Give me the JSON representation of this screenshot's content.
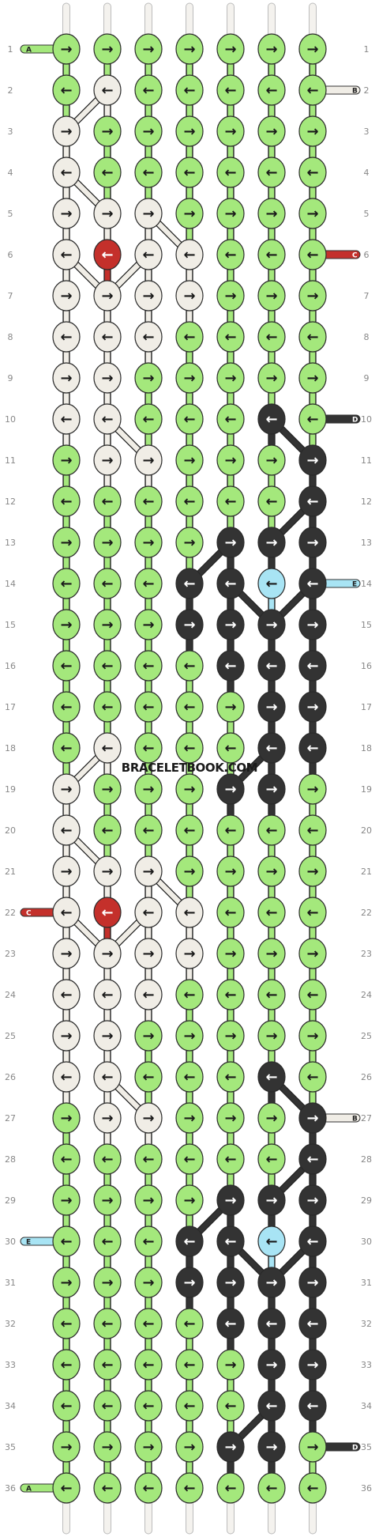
{
  "watermark": "BRACELETBOOK.COM",
  "colors": {
    "A": "#a4e87c",
    "B": "#f0ede6",
    "C": "#c4302b",
    "D": "#333333",
    "E": "#a8e4f4"
  },
  "dark_threads": [
    "C",
    "D"
  ],
  "thread_ends": {
    "left": [
      {
        "row": 1,
        "letter": "A"
      },
      {
        "row": 22,
        "letter": "C"
      },
      {
        "row": 30,
        "letter": "E"
      },
      {
        "row": 36,
        "letter": "A"
      }
    ],
    "right": [
      {
        "row": 2,
        "letter": "B"
      },
      {
        "row": 6,
        "letter": "C"
      },
      {
        "row": 10,
        "letter": "D"
      },
      {
        "row": 14,
        "letter": "E"
      },
      {
        "row": 27,
        "letter": "B"
      },
      {
        "row": 35,
        "letter": "D"
      }
    ]
  },
  "rows": [
    {
      "n": 1,
      "k": [
        "A→",
        "A→",
        "A→",
        "A→",
        "A→",
        "A→",
        "A→"
      ]
    },
    {
      "n": 2,
      "k": [
        "A←",
        "B←",
        "A←",
        "A←",
        "A←",
        "A←",
        "A←"
      ]
    },
    {
      "n": 3,
      "k": [
        "B→",
        "A→",
        "A→",
        "A→",
        "A→",
        "A→",
        "A→"
      ]
    },
    {
      "n": 4,
      "k": [
        "B←",
        "A←",
        "A←",
        "A←",
        "A←",
        "A←",
        "A←"
      ]
    },
    {
      "n": 5,
      "k": [
        "B→",
        "B→",
        "B→",
        "A→",
        "A→",
        "A→",
        "A→"
      ]
    },
    {
      "n": 6,
      "k": [
        "B←",
        "C←",
        "B←",
        "B←",
        "A←",
        "A←",
        "A←"
      ]
    },
    {
      "n": 7,
      "k": [
        "B→",
        "B→",
        "B→",
        "B→",
        "A→",
        "A→",
        "A→"
      ]
    },
    {
      "n": 8,
      "k": [
        "B←",
        "B←",
        "B←",
        "A←",
        "A←",
        "A←",
        "A←"
      ]
    },
    {
      "n": 9,
      "k": [
        "B→",
        "B→",
        "A→",
        "A→",
        "A→",
        "A→",
        "A→"
      ]
    },
    {
      "n": 10,
      "k": [
        "B←",
        "B←",
        "A←",
        "A←",
        "A←",
        "D←",
        "A←"
      ]
    },
    {
      "n": 11,
      "k": [
        "A→",
        "B→",
        "B→",
        "A→",
        "A→",
        "A→",
        "D→"
      ]
    },
    {
      "n": 12,
      "k": [
        "A←",
        "A←",
        "A←",
        "A←",
        "A←",
        "A←",
        "D←"
      ]
    },
    {
      "n": 13,
      "k": [
        "A→",
        "A→",
        "A→",
        "A→",
        "D→",
        "D→",
        "D→"
      ]
    },
    {
      "n": 14,
      "k": [
        "A←",
        "A←",
        "A←",
        "D←",
        "D←",
        "E←",
        "D←"
      ]
    },
    {
      "n": 15,
      "k": [
        "A→",
        "A→",
        "A→",
        "D→",
        "D→",
        "D→",
        "D→"
      ]
    },
    {
      "n": 16,
      "k": [
        "A←",
        "A←",
        "A←",
        "A←",
        "D←",
        "D←",
        "D←"
      ]
    },
    {
      "n": 17,
      "k": [
        "A←",
        "A←",
        "A←",
        "A←",
        "A→",
        "D→",
        "D→"
      ]
    },
    {
      "n": 18,
      "k": [
        "A←",
        "B←",
        "A←",
        "A←",
        "A←",
        "D←",
        "D←"
      ]
    },
    {
      "n": 19,
      "k": [
        "B→",
        "A→",
        "A→",
        "A→",
        "D→",
        "D→",
        "A→"
      ]
    },
    {
      "n": 20,
      "k": [
        "B←",
        "A←",
        "A←",
        "A←",
        "A←",
        "A←",
        "A←"
      ]
    },
    {
      "n": 21,
      "k": [
        "B→",
        "B→",
        "B→",
        "A→",
        "A→",
        "A→",
        "A→"
      ]
    },
    {
      "n": 22,
      "k": [
        "B←",
        "C←",
        "B←",
        "B←",
        "A←",
        "A←",
        "A←"
      ]
    },
    {
      "n": 23,
      "k": [
        "B→",
        "B→",
        "B→",
        "B→",
        "A→",
        "A→",
        "A→"
      ]
    },
    {
      "n": 24,
      "k": [
        "B←",
        "B←",
        "B←",
        "A←",
        "A←",
        "A←",
        "A←"
      ]
    },
    {
      "n": 25,
      "k": [
        "B→",
        "B→",
        "A→",
        "A→",
        "A→",
        "A→",
        "A→"
      ]
    },
    {
      "n": 26,
      "k": [
        "B←",
        "B←",
        "A←",
        "A←",
        "A←",
        "D←",
        "A←"
      ]
    },
    {
      "n": 27,
      "k": [
        "A→",
        "B→",
        "B→",
        "A→",
        "A→",
        "A→",
        "D→"
      ]
    },
    {
      "n": 28,
      "k": [
        "A←",
        "A←",
        "A←",
        "A←",
        "A←",
        "A←",
        "D←"
      ]
    },
    {
      "n": 29,
      "k": [
        "A→",
        "A→",
        "A→",
        "A→",
        "D→",
        "D→",
        "D→"
      ]
    },
    {
      "n": 30,
      "k": [
        "A←",
        "A←",
        "A←",
        "D←",
        "D←",
        "E←",
        "D←"
      ]
    },
    {
      "n": 31,
      "k": [
        "A→",
        "A→",
        "A→",
        "D→",
        "D→",
        "D→",
        "D→"
      ]
    },
    {
      "n": 32,
      "k": [
        "A←",
        "A←",
        "A←",
        "A←",
        "D←",
        "D←",
        "D←"
      ]
    },
    {
      "n": 33,
      "k": [
        "A←",
        "A←",
        "A←",
        "A←",
        "A→",
        "D→",
        "D→"
      ]
    },
    {
      "n": 34,
      "k": [
        "A←",
        "A←",
        "A←",
        "A←",
        "A←",
        "D←",
        "D←"
      ]
    },
    {
      "n": 35,
      "k": [
        "A→",
        "A→",
        "A→",
        "A→",
        "D→",
        "D→",
        "A→"
      ]
    },
    {
      "n": 36,
      "k": [
        "A←",
        "A←",
        "A←",
        "A←",
        "A←",
        "A←",
        "A←"
      ]
    }
  ]
}
